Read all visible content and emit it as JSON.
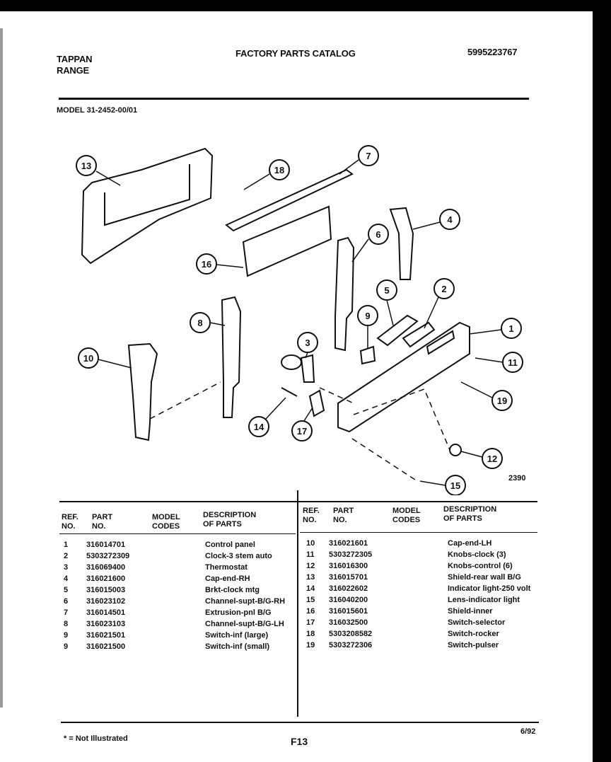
{
  "header": {
    "brand_line1": "TAPPAN",
    "brand_line2": "RANGE",
    "catalog_title": "FACTORY PARTS CATALOG",
    "catalog_number": "5995223767",
    "model_label": "MODEL 31-2452-00/01"
  },
  "diagram": {
    "figure_number": "2390",
    "callouts": [
      "13",
      "18",
      "7",
      "4",
      "16",
      "6",
      "5",
      "2",
      "8",
      "9",
      "3",
      "1",
      "11",
      "10",
      "19",
      "14",
      "17",
      "12",
      "15"
    ]
  },
  "table": {
    "headers": {
      "ref_line1": "REF.",
      "ref_line2": "NO.",
      "part_line1": "PART",
      "part_line2": "NO.",
      "model_line1": "MODEL",
      "model_line2": "CODES",
      "desc_line1": "DESCRIPTION",
      "desc_line2": "OF PARTS"
    },
    "left_rows": [
      {
        "ref": "1",
        "part": "316014701",
        "desc": "Control panel"
      },
      {
        "ref": "2",
        "part": "5303272309",
        "desc": "Clock-3 stem auto"
      },
      {
        "ref": "3",
        "part": "316069400",
        "desc": "Thermostat"
      },
      {
        "ref": "4",
        "part": "316021600",
        "desc": "Cap-end-RH"
      },
      {
        "ref": "5",
        "part": "316015003",
        "desc": "Brkt-clock mtg"
      },
      {
        "ref": "6",
        "part": "316023102",
        "desc": "Channel-supt-B/G-RH"
      },
      {
        "ref": "7",
        "part": "316014501",
        "desc": "Extrusion-pnl B/G"
      },
      {
        "ref": "8",
        "part": "316023103",
        "desc": "Channel-supt-B/G-LH"
      },
      {
        "ref": "9",
        "part": "316021501",
        "desc": "Switch-inf (large)"
      },
      {
        "ref": "9",
        "part": "316021500",
        "desc": "Switch-inf (small)"
      }
    ],
    "right_rows": [
      {
        "ref": "10",
        "part": "316021601",
        "desc": "Cap-end-LH"
      },
      {
        "ref": "11",
        "part": "5303272305",
        "desc": "Knobs-clock (3)"
      },
      {
        "ref": "12",
        "part": "316016300",
        "desc": "Knobs-control (6)"
      },
      {
        "ref": "13",
        "part": "316015701",
        "desc": "Shield-rear wall B/G"
      },
      {
        "ref": "14",
        "part": "316022602",
        "desc": "Indicator light-250 volt"
      },
      {
        "ref": "15",
        "part": "316040200",
        "desc": "Lens-indicator light"
      },
      {
        "ref": "16",
        "part": "316015601",
        "desc": "Shield-inner"
      },
      {
        "ref": "17",
        "part": "316032500",
        "desc": "Switch-selector"
      },
      {
        "ref": "18",
        "part": "5303208582",
        "desc": "Switch-rocker"
      },
      {
        "ref": "19",
        "part": "5303272306",
        "desc": "Switch-pulser"
      }
    ]
  },
  "footer": {
    "note": "* = Not Illustrated",
    "page": "F13",
    "date": "6/92"
  }
}
